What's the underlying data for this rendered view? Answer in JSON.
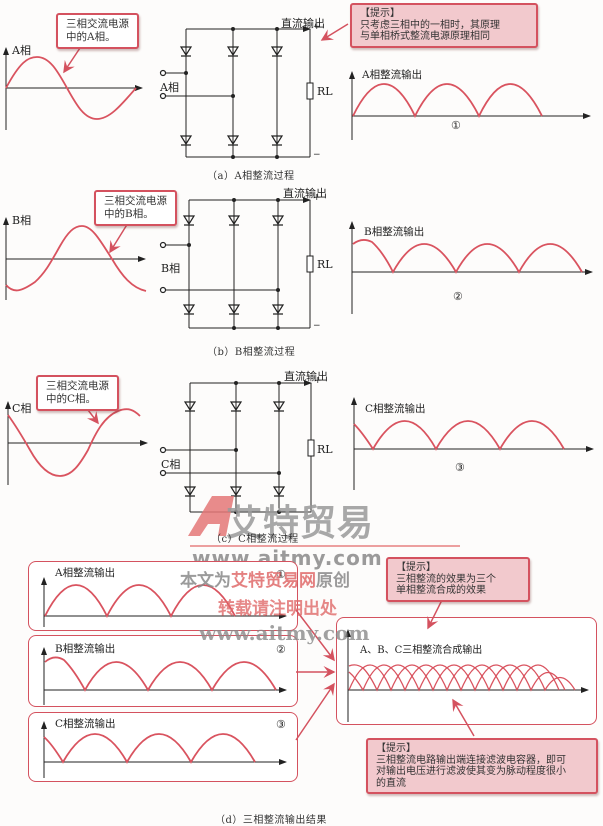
{
  "section_a": {
    "phase_label": "A相",
    "callout": [
      "三相交流电源",
      "中的A相。"
    ],
    "input_label": "A相",
    "dc_output": "直流输出",
    "plus": "+",
    "minus": "−",
    "load": "RL",
    "caption": "（a）A相整流过程",
    "tip_title": "【提示】",
    "tip_lines": [
      "只考虑三相中的一相时，其原理",
      "与单相桥式整流电源原理相同"
    ],
    "output_label": "A相整流输出",
    "marker": "①"
  },
  "section_b": {
    "phase_label": "B相",
    "callout": [
      "三相交流电源",
      "中的B相。"
    ],
    "input_label": "B相",
    "dc_output": "直流输出",
    "plus": "+",
    "minus": "−",
    "load": "RL",
    "caption": "（b）B相整流过程",
    "output_label": "B相整流输出",
    "marker": "②"
  },
  "section_c": {
    "phase_label": "C相",
    "callout": [
      "三相交流电源",
      "中的C相。"
    ],
    "input_label": "C相",
    "dc_output": "直流输出",
    "plus": "+",
    "minus": "−",
    "load": "RL",
    "caption": "（c）C相整流过程",
    "output_label": "C相整流输出",
    "marker": "③"
  },
  "section_d": {
    "panels": [
      {
        "label": "A相整流输出",
        "marker": "①"
      },
      {
        "label": "B相整流输出",
        "marker": "②"
      },
      {
        "label": "C相整流输出",
        "marker": "③"
      }
    ],
    "tip1_title": "【提示】",
    "tip1_lines": [
      "三相整流的效果为三个",
      "单相整流合成的效果"
    ],
    "combined_label": "A、B、C三相整流合成输出",
    "tip2_title": "【提示】",
    "tip2_lines": [
      "三相整流电路输出端连接滤波电容器，即可",
      "对输出电压进行滤波使其变为脉动程度很小",
      "的直流"
    ],
    "caption": "（d）三相整流输出结果"
  },
  "watermark": {
    "logo_text": "艾特贸易",
    "url1": "www.aitmy.com",
    "line1_a": "本文为",
    "line1_b": "艾特贸易网",
    "line1_c": "原创",
    "line2": "转载请注明出处",
    "url2": "www.aitmy.com"
  },
  "colors": {
    "wave": "#d9535f",
    "frame": "#d4525f",
    "tip_bg": "#f2c9cd",
    "wire": "#222222",
    "watermark_red": "#e06a6a",
    "watermark_gray": "#8a8a8a"
  }
}
